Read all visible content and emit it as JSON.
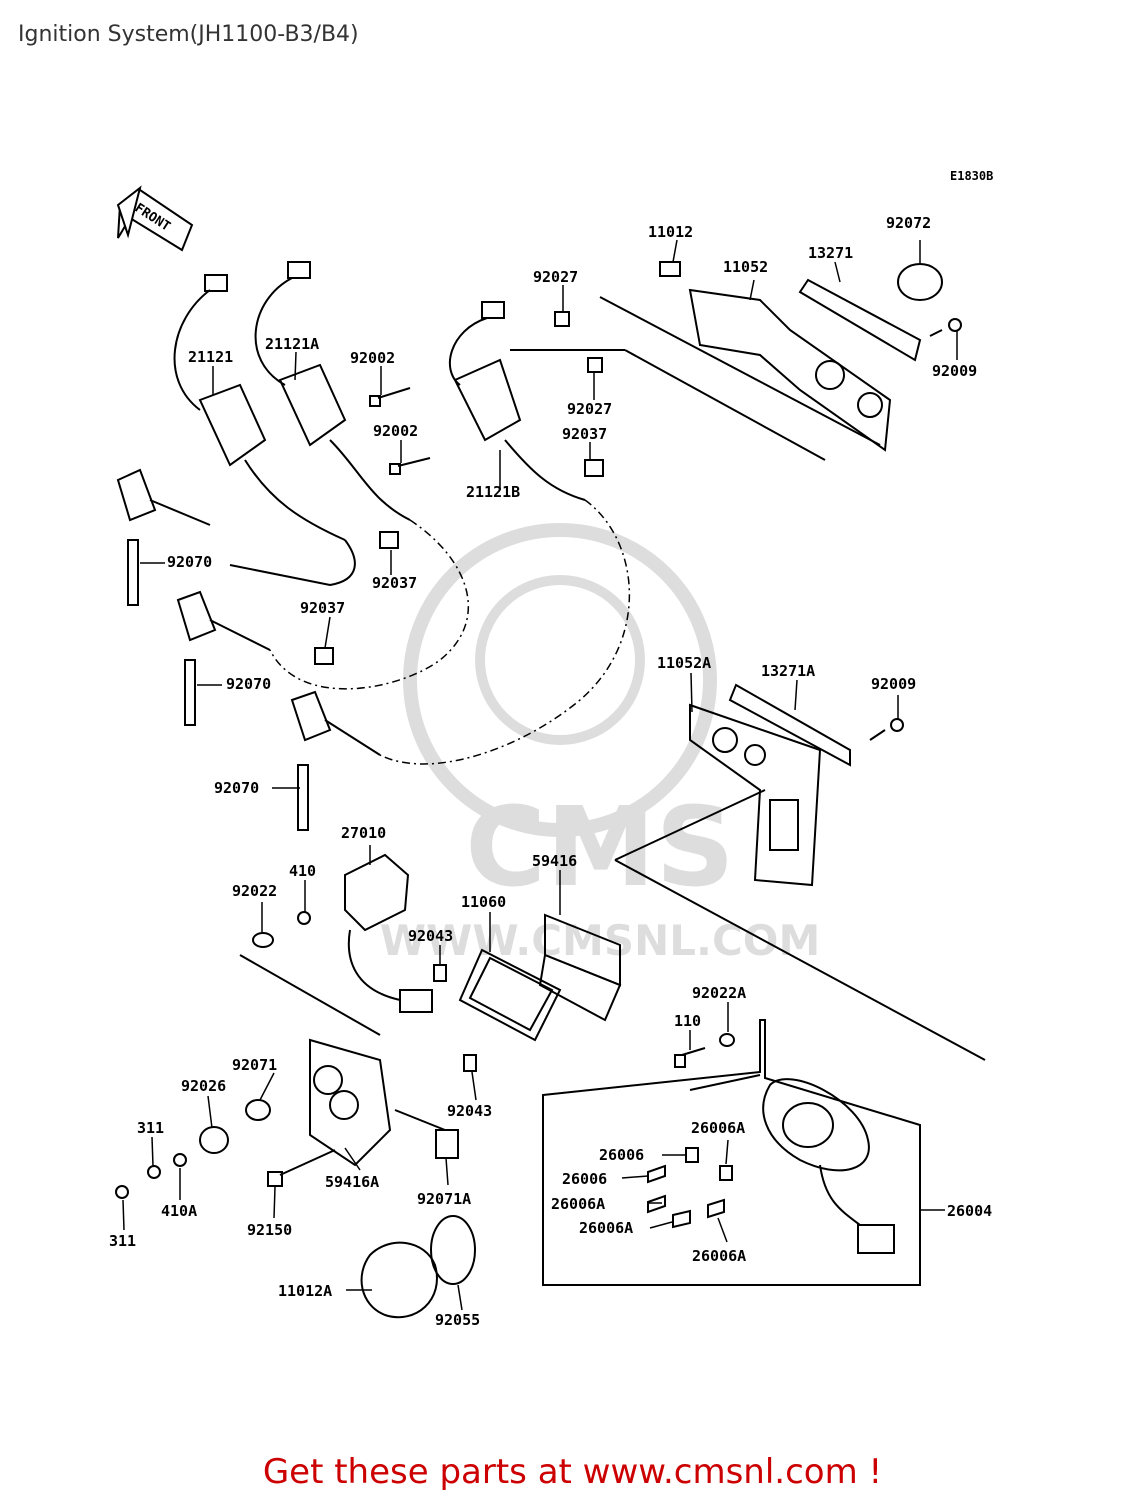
{
  "title": "Ignition System(JH1100-B3/B4)",
  "diagram_code": "E1830B",
  "front_label": "FRONT",
  "watermark": {
    "brand": "CMS",
    "url": "WWW.CMSNL.COM"
  },
  "footer": "Get these parts at www.cmsnl.com !",
  "parts": [
    {
      "id": "p11012",
      "label": "11012"
    },
    {
      "id": "p11052",
      "label": "11052"
    },
    {
      "id": "p13271",
      "label": "13271"
    },
    {
      "id": "p92072",
      "label": "92072"
    },
    {
      "id": "p92027a",
      "label": "92027"
    },
    {
      "id": "p92009a",
      "label": "92009"
    },
    {
      "id": "p21121",
      "label": "21121"
    },
    {
      "id": "p21121A",
      "label": "21121A"
    },
    {
      "id": "p92002a",
      "label": "92002"
    },
    {
      "id": "p92027b",
      "label": "92027"
    },
    {
      "id": "p92002b",
      "label": "92002"
    },
    {
      "id": "p92037a",
      "label": "92037"
    },
    {
      "id": "p21121B",
      "label": "21121B"
    },
    {
      "id": "p92070a",
      "label": "92070"
    },
    {
      "id": "p92037b",
      "label": "92037"
    },
    {
      "id": "p92037c",
      "label": "92037"
    },
    {
      "id": "p92070b",
      "label": "92070"
    },
    {
      "id": "p11052A",
      "label": "11052A"
    },
    {
      "id": "p13271A",
      "label": "13271A"
    },
    {
      "id": "p92009b",
      "label": "92009"
    },
    {
      "id": "p92070c",
      "label": "92070"
    },
    {
      "id": "p27010",
      "label": "27010"
    },
    {
      "id": "p59416",
      "label": "59416"
    },
    {
      "id": "p410",
      "label": "410"
    },
    {
      "id": "p92022",
      "label": "92022"
    },
    {
      "id": "p11060",
      "label": "11060"
    },
    {
      "id": "p92043a",
      "label": "92043"
    },
    {
      "id": "p92022A",
      "label": "92022A"
    },
    {
      "id": "p110",
      "label": "110"
    },
    {
      "id": "p92071",
      "label": "92071"
    },
    {
      "id": "p92026",
      "label": "92026"
    },
    {
      "id": "p92043b",
      "label": "92043"
    },
    {
      "id": "p311a",
      "label": "311"
    },
    {
      "id": "p26006a",
      "label": "26006"
    },
    {
      "id": "p26006Aa",
      "label": "26006A"
    },
    {
      "id": "p26006b",
      "label": "26006"
    },
    {
      "id": "p59416A",
      "label": "59416A"
    },
    {
      "id": "p92071A",
      "label": "92071A"
    },
    {
      "id": "p26006Ab",
      "label": "26006A"
    },
    {
      "id": "p410A",
      "label": "410A"
    },
    {
      "id": "p26004",
      "label": "26004"
    },
    {
      "id": "p26006Ac",
      "label": "26006A"
    },
    {
      "id": "p92150",
      "label": "92150"
    },
    {
      "id": "p26006Ad",
      "label": "26006A"
    },
    {
      "id": "p311b",
      "label": "311"
    },
    {
      "id": "p11012A",
      "label": "11012A"
    },
    {
      "id": "p92055",
      "label": "92055"
    }
  ]
}
